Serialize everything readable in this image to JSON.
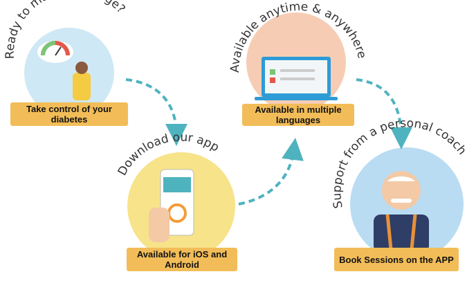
{
  "steps": [
    {
      "heading": "Ready to make a change?",
      "label": "Take control of your diabetes",
      "color": "#cfe8f5"
    },
    {
      "heading": "Download our app",
      "label": "Available for iOS and Android",
      "color": "#f7e38a"
    },
    {
      "heading": "Available anytime & anywhere",
      "label": "Available in multiple languages",
      "color": "#f6cdb4"
    },
    {
      "heading": "Support from a personal coach",
      "label": "Book Sessions on the APP",
      "color": "#b9dcf2"
    }
  ],
  "colors": {
    "arrow": "#4fb3bf",
    "label_bg": "#f2bd58"
  }
}
